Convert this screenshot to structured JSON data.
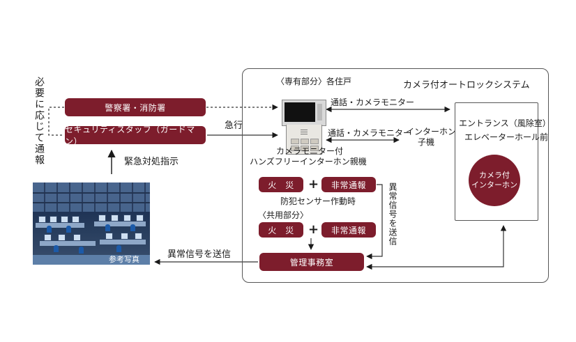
{
  "left": {
    "vertical_note": "必要に応じて通報",
    "police_fire": "警察署・消防署",
    "security_staff": "セキュリティスタッフ（ガードマン）",
    "dispatch": "急行",
    "emergency_instruction": "緊急対処指示",
    "report_abnormal": "異常信号を送信",
    "photo_caption": "参考写真"
  },
  "system": {
    "title": "カメラ付オートロックシステム",
    "private_area": "〈専有部分〉各住戸",
    "master_unit_line1": "カメラモニター付",
    "master_unit_line2": "ハンズフリーインターホン親機",
    "call_monitor_1": "通話・カメラモニター",
    "call_monitor_2": "通話・カメラモニター",
    "intercom_slave_line1": "インターホン",
    "intercom_slave_line2": "子機",
    "fire": "火　災",
    "emergency": "非常通報",
    "sensor": "防犯センサー作動時",
    "shared_area": "〈共用部分〉",
    "fire_2": "火　災",
    "emergency_2": "非常通報",
    "management_office": "管理事務室",
    "abnormal_signal_vertical": "異常信号を送信",
    "entrance_line1": "エントランス（風除室）",
    "entrance_line2": "エレベーターホール前",
    "camera_intercom_line1": "カメラ付",
    "camera_intercom_line2": "インターホン"
  },
  "colors": {
    "accent": "#7d1d2c"
  }
}
